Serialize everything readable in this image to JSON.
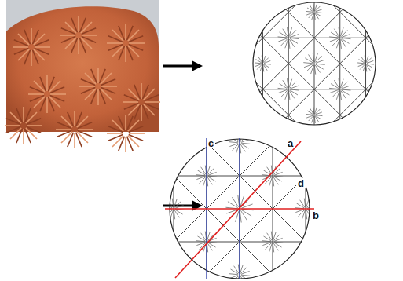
{
  "diagram": {
    "labels": [
      "c",
      "a",
      "d",
      "b"
    ]
  }
}
